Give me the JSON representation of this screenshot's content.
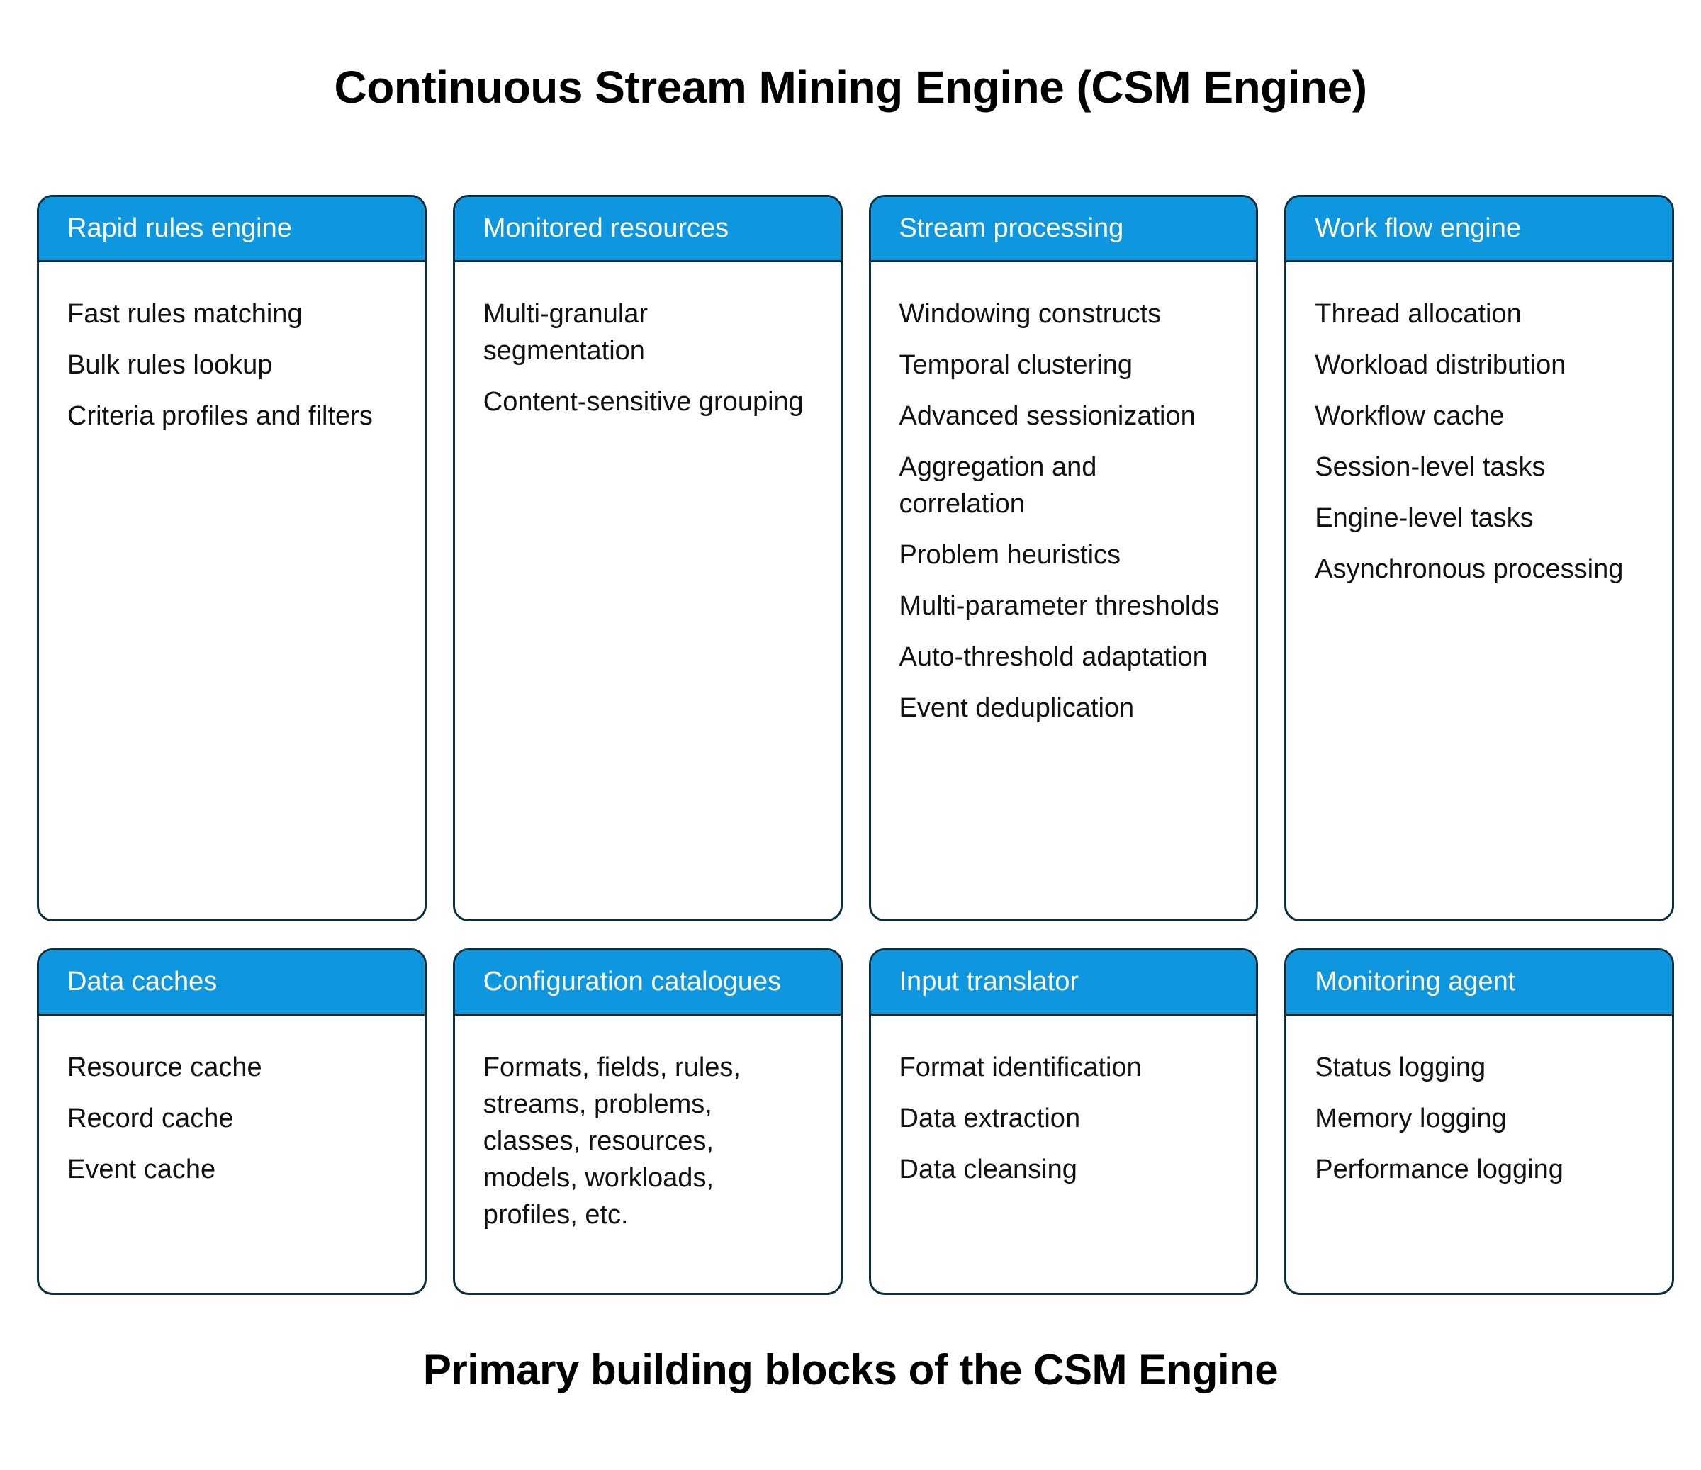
{
  "title": "Continuous Stream Mining Engine (CSM Engine)",
  "caption": "Primary building blocks of the CSM Engine",
  "colors": {
    "header_blue": "#0e96df",
    "card_border": "#0b2d3c",
    "header_text": "#ffffff",
    "body_text": "#111111",
    "background": "#ffffff"
  },
  "cards": [
    {
      "header": "Rapid rules engine",
      "body_type": "list",
      "items": [
        "Fast rules matching",
        "Bulk rules lookup",
        "Criteria profiles and filters"
      ]
    },
    {
      "header": "Monitored resources",
      "body_type": "list",
      "items": [
        "Multi-granular segmentation",
        "Content-sensitive grouping"
      ]
    },
    {
      "header": "Stream processing",
      "body_type": "list",
      "items": [
        "Windowing constructs",
        "Temporal clustering",
        "Advanced sessionization",
        "Aggregation and correlation",
        "Problem heuristics",
        "Multi-parameter thresholds",
        "Auto-threshold adaptation",
        "Event deduplication"
      ]
    },
    {
      "header": "Work flow engine",
      "body_type": "list",
      "items": [
        "Thread allocation",
        "Workload distribution",
        "Workflow cache",
        "Session-level tasks",
        "Engine-level tasks",
        "Asynchronous processing"
      ]
    },
    {
      "header": "Data caches",
      "body_type": "list",
      "items": [
        "Resource cache",
        "Record cache",
        "Event cache"
      ]
    },
    {
      "header": "Configuration catalogues",
      "body_type": "paragraph",
      "paragraph": "Formats, fields, rules, streams, problems, classes, resources, models, workloads, profiles, etc."
    },
    {
      "header": "Input translator",
      "body_type": "list",
      "items": [
        "Format identification",
        "Data extraction",
        "Data cleansing"
      ]
    },
    {
      "header": "Monitoring agent",
      "body_type": "list",
      "items": [
        "Status logging",
        "Memory logging",
        "Performance logging"
      ]
    }
  ]
}
